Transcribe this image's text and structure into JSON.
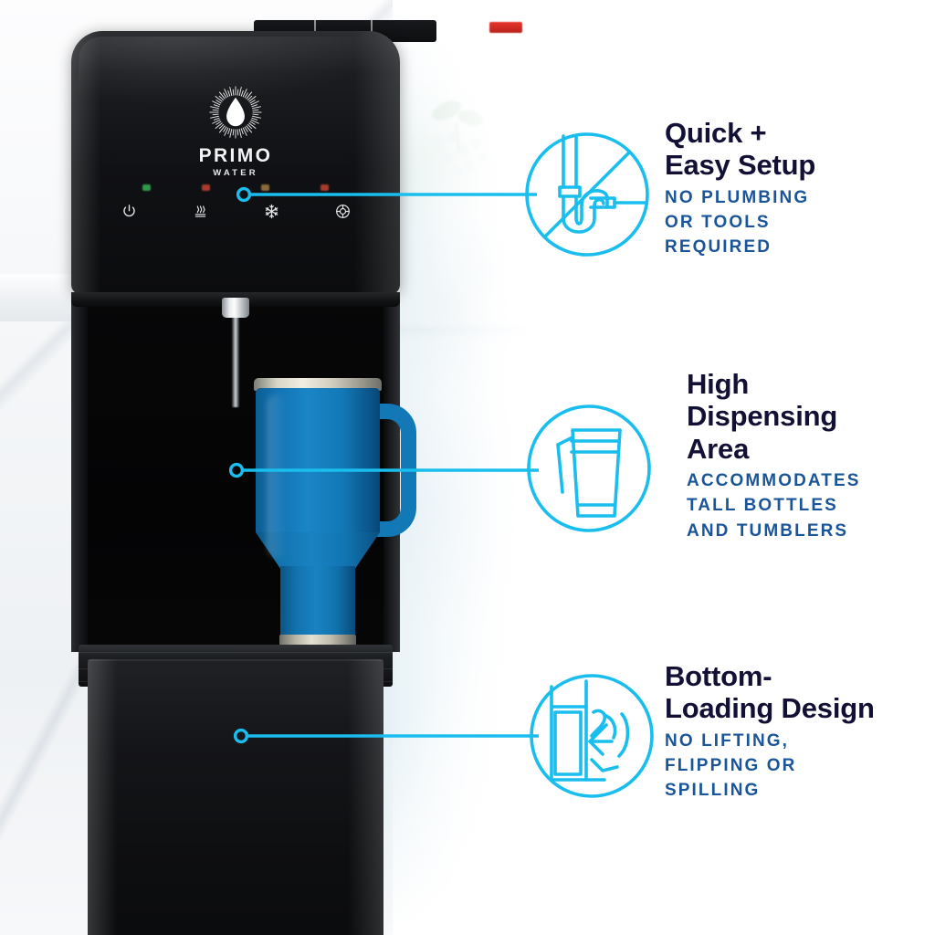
{
  "product": {
    "brand_name": "PRIMO",
    "brand_sub": "WATER",
    "logo_icon": "water-droplet-sunburst-icon",
    "controls": [
      {
        "name": "power",
        "icon": "power-icon",
        "led_color": "#2f9b4a"
      },
      {
        "name": "hot-water",
        "icon": "hot-water-icon",
        "led_color": "#a83a2c"
      },
      {
        "name": "cold-water",
        "icon": "snowflake-icon",
        "led_color": "#8a6b3a"
      },
      {
        "name": "self-clean",
        "icon": "lifebuoy-icon",
        "led_color": "#a83a2c"
      }
    ],
    "nozzle_icon": "dispenser-nozzle-icon",
    "tumbler_color": "#1279b6",
    "tumbler_metal_color": "#e4e1d2"
  },
  "colors": {
    "accent_cyan": "#19beee",
    "title_navy": "#131036",
    "subtitle_blue": "#1a5599",
    "dispenser_black": "#101114",
    "background_white": "#ffffff"
  },
  "features": [
    {
      "id": "quick-easy-setup",
      "icon": "no-plumbing-pipe-icon",
      "title": "Quick +\nEasy Setup",
      "subtitle": "NO PLUMBING\nOR TOOLS\nREQUIRED"
    },
    {
      "id": "high-dispensing-area",
      "icon": "tall-tumbler-icon",
      "title": "High\nDispensing\nArea",
      "subtitle": "ACCOMMODATES\nTALL BOTTLES\nAND TUMBLERS"
    },
    {
      "id": "bottom-loading-design",
      "icon": "bottom-loading-bottle-icon",
      "title": "Bottom-\nLoading Design",
      "subtitle": "NO LIFTING,\nFLIPPING OR\nSPILLING"
    }
  ]
}
